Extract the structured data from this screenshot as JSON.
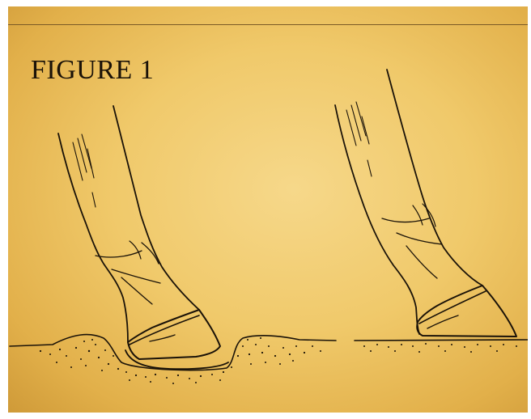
{
  "figure": {
    "title": "FIGURE 1"
  },
  "illustrations": [
    {
      "name": "hoof-sinking-in-soft-ground"
    },
    {
      "name": "hoof-on-firm-ground"
    }
  ],
  "colors": {
    "paper": "#f0c96a",
    "ink": "#1a1208"
  }
}
